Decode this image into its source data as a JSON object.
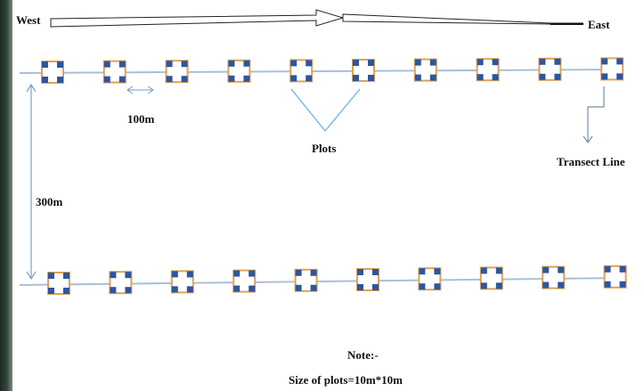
{
  "diagram": {
    "west_label": "West",
    "east_label": "East",
    "spacing_label": "100m",
    "plots_label": "Plots",
    "transect_label": "Transect Line",
    "separation_label": "300m",
    "note_title": "Note:-",
    "note_text": "Size of plots=10m*10m",
    "plots_per_line": 10,
    "transect_lines": 2
  },
  "colors": {
    "line": "#a9bfd6",
    "plot_border": "#e0a255",
    "corner": "#2c56a0",
    "pointer": "#62aee0",
    "edge": "#2b3a31"
  }
}
